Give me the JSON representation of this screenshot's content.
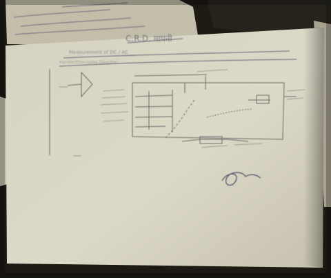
{
  "photo": {
    "subject": "handwritten circuit sketch on paper",
    "handwriting": {
      "title": "C.R.D. मापनी",
      "line1": "Measurement of DC / AC",
      "line2": "Handwritten notes (illegible)",
      "signature": "signature"
    },
    "colors": {
      "background": "#1d1a14",
      "paper_front": "#d8d4c3",
      "paper_back": "#c9c4b1",
      "ink": "#3c3f5a",
      "pencil": "#5b5b5b"
    },
    "icons": [
      "paper-sheet-icon",
      "signature-icon",
      "circuit-sketch-icon"
    ]
  }
}
